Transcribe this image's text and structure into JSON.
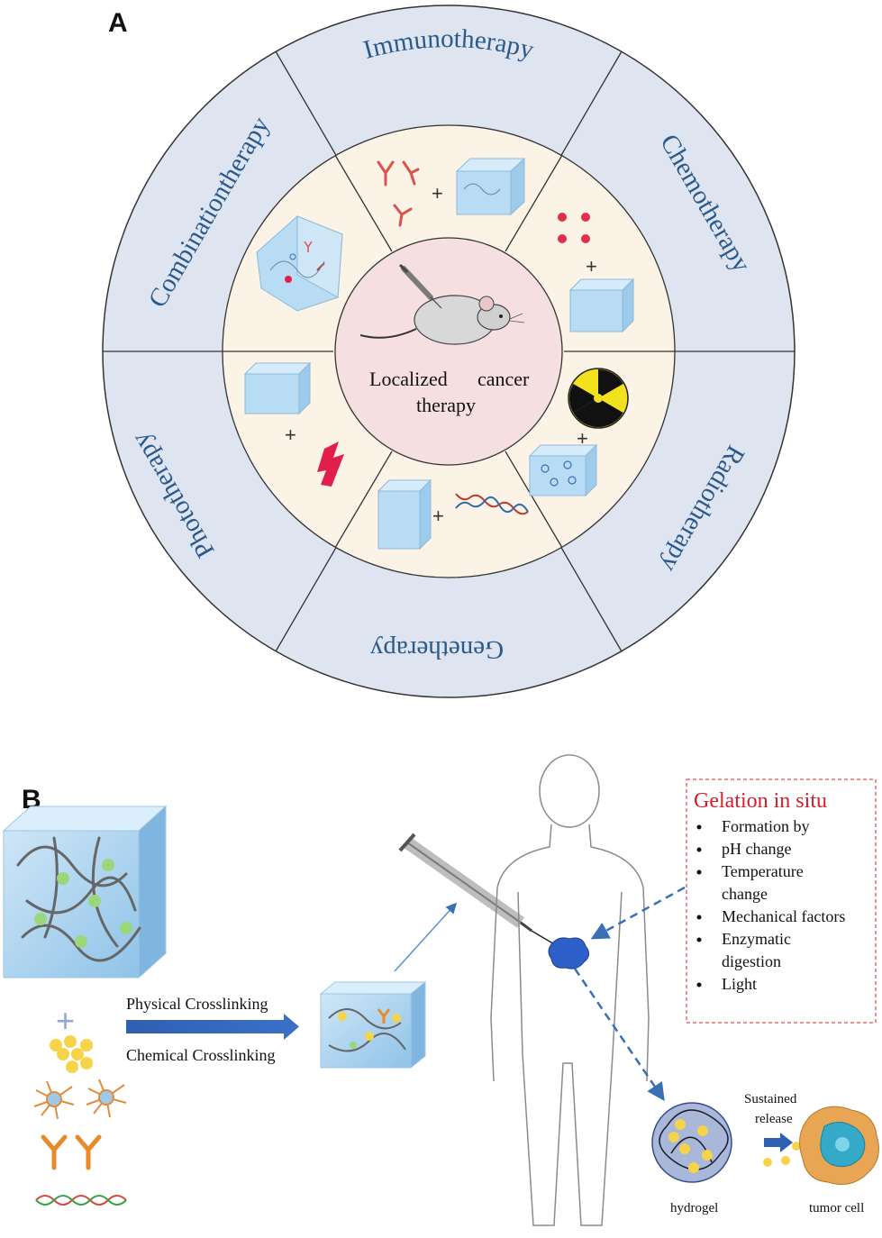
{
  "panel_a": {
    "letter": "A",
    "segments": [
      {
        "label": "Immunotherapy"
      },
      {
        "label": "Chemotherapy"
      },
      {
        "label": "Radiotherapy"
      },
      {
        "label": "Genetherapy"
      },
      {
        "label": "Phototherapy"
      },
      {
        "label": "Combinationtherapy"
      }
    ],
    "center": {
      "line1_a": "Localized",
      "line1_b": "cancer",
      "line2": "therapy"
    },
    "plus": "+"
  },
  "panel_b": {
    "letter": "B",
    "crosslink_top": "Physical Crosslinking",
    "crosslink_bottom": "Chemical Crosslinking",
    "plus": "+",
    "box": {
      "title": "Gelation in situ",
      "items": [
        "Formation by",
        "pH change",
        "Temperature",
        "change",
        "Mechanical factors",
        "Enzymatic",
        "digestion",
        "Light"
      ],
      "bullets": [
        true,
        true,
        true,
        false,
        true,
        true,
        false,
        true
      ]
    },
    "sustained": "Sustained",
    "release": "release",
    "hydrogel": "hydrogel",
    "tumor_cell": "tumor cell"
  }
}
